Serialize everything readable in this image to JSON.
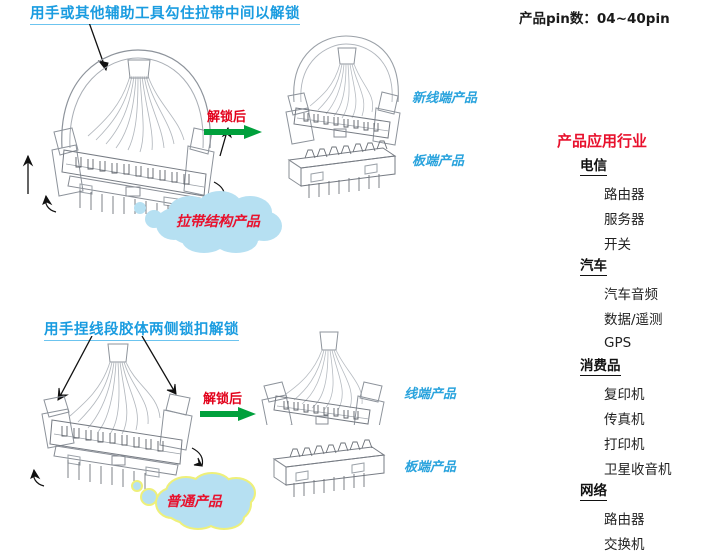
{
  "page": {
    "background": "#ffffff",
    "accent_blue": "#29a3dd",
    "accent_red": "#e8112d",
    "arrow_green": "#00a03c",
    "cloud_blue": "#b6e0f2",
    "cloud_border_yellow": "#eef07a"
  },
  "top_section": {
    "caption": "用手或其他辅助工具勾住拉带中间以解锁",
    "unlock_label": "解锁后",
    "cloud_label": "拉带结构产品",
    "right_labels": [
      {
        "text": "新线端产品"
      },
      {
        "text": "板端产品"
      }
    ]
  },
  "bottom_section": {
    "caption": "用手捏线段胶体两侧锁扣解锁",
    "unlock_label": "解锁后",
    "cloud_label": "普通产品",
    "right_labels": [
      {
        "text": "线端产品"
      },
      {
        "text": "板端产品"
      }
    ]
  },
  "sidebar": {
    "pin_spec": "产品pin数：04~40pin",
    "section_title": "产品应用行业",
    "groups": [
      {
        "head": "电信",
        "items": [
          "路由器",
          "服务器",
          "开关"
        ]
      },
      {
        "head": "汽车",
        "items": [
          "汽车音频",
          "数据/遥测",
          "GPS"
        ]
      },
      {
        "head": "消费品",
        "items": [
          "复印机",
          "传真机",
          "打印机",
          "卫星收音机"
        ]
      },
      {
        "head": "网络",
        "items": [
          "路由器",
          "交换机"
        ]
      }
    ]
  }
}
